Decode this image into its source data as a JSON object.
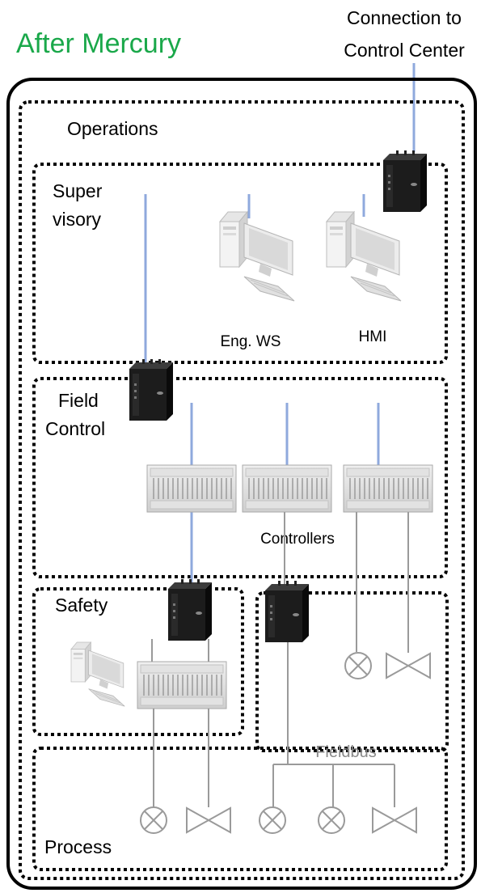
{
  "title": "After Mercury",
  "connection_label": [
    "Connection to",
    "Control Center"
  ],
  "zones": {
    "operations": "Operations",
    "supervisory": [
      "Super",
      "visory"
    ],
    "field_control": [
      "Field",
      "Control"
    ],
    "safety": "Safety",
    "process": "Process"
  },
  "labels": {
    "eng_ws": "Eng. WS",
    "hmi": "HMI",
    "controllers": "Controllers",
    "fieldbus": "Fieldbus"
  },
  "colors": {
    "title": "#1aa84a",
    "bus": "#2e5a9e",
    "link": "#8fa9dd",
    "field_wire": "#9a9a9a"
  }
}
